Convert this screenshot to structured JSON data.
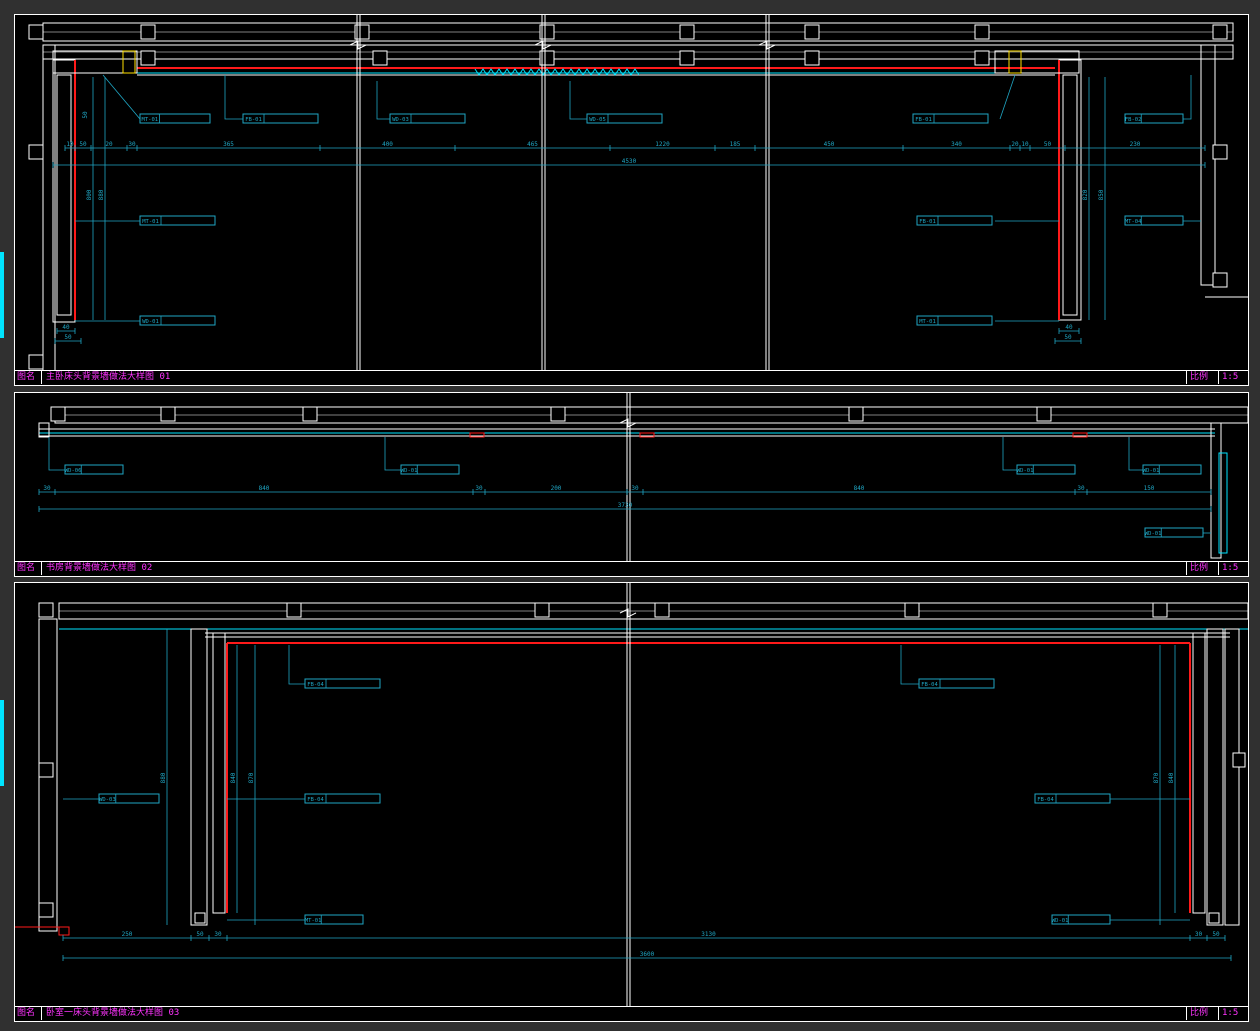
{
  "colors": {
    "background": "#000000",
    "frame": "#303030",
    "wall": "#ffffff",
    "dimension": "#1fa6c4",
    "cyan": "#00e5ff",
    "red": "#ff1a1a",
    "label": "#ff33ff",
    "yellow": "#ffe000"
  },
  "panels": [
    {
      "title_label": "图名",
      "title": "主卧床头背景墙做法大样图",
      "number": "01",
      "scale_label": "比例",
      "scale": "1:5",
      "dims_top": [
        "10",
        "50",
        "20",
        "30",
        "365",
        "400",
        "465",
        "1220",
        "185",
        "450",
        "340",
        "20",
        "10",
        "50",
        "230"
      ],
      "dim_total": "4530",
      "dims_vertical": [
        "800",
        "880",
        "820",
        "850",
        "50"
      ],
      "dims_bottom": [
        "40",
        "50",
        "40",
        "50"
      ],
      "callouts": [
        "MT-01",
        "FB-01",
        "WD-03",
        "WD-05",
        "MT-01",
        "WD-01",
        "FB-01",
        "FB-01",
        "MT-01",
        "FB-02",
        "MT-04"
      ]
    },
    {
      "title_label": "图名",
      "title": "书房背景墙做法大样图",
      "number": "02",
      "scale_label": "比例",
      "scale": "1:5",
      "dims_top": [
        "30",
        "840",
        "30",
        "200",
        "30",
        "840",
        "30",
        "150"
      ],
      "dim_total": "3730",
      "callouts": [
        "WD-06",
        "WD-01",
        "WD-01",
        "WD-01",
        "WD-01"
      ]
    },
    {
      "title_label": "图名",
      "title": "卧室一床头背景墙做法大样图",
      "number": "03",
      "scale_label": "比例",
      "scale": "1:5",
      "dims_top": [
        "250",
        "50",
        "30",
        "3130",
        "30",
        "50"
      ],
      "dim_total": "3600",
      "dims_vertical": [
        "880",
        "840",
        "870",
        "870",
        "840"
      ],
      "callouts": [
        "FB-04",
        "FB-04",
        "WD-03",
        "FB-04",
        "FB-04",
        "MT-01",
        "WD-01"
      ]
    }
  ]
}
